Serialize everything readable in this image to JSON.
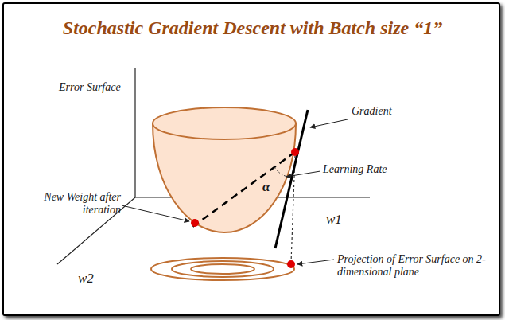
{
  "diagram": {
    "title": "Stochastic Gradient Descent with Batch size “1”",
    "labels": [
      "Error Surface",
      "Gradient",
      "Learning Rate",
      "α",
      "New Weight after iteration",
      "w1",
      "w2",
      "Projection of Error Surface on 2-dimensional plane"
    ]
  }
}
